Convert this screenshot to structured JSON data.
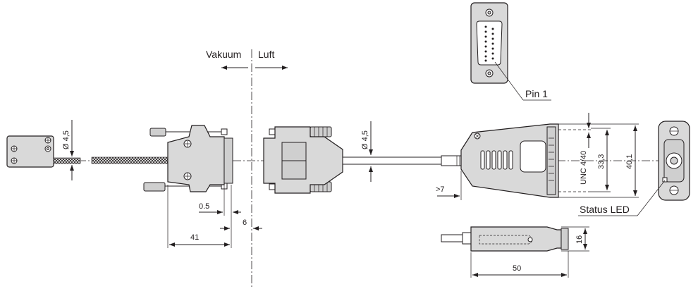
{
  "labels": {
    "vacuum": "Vakuum",
    "air": "Luft",
    "pin1": "Pin 1",
    "status_led": "Status LED",
    "thread": "UNC 4/40"
  },
  "dimensions": {
    "sensor_cable_dia": "Ø 4,5",
    "cable_dia": "Ø 4,5",
    "flange_gap": "0.5",
    "wall_offset": "6",
    "connector_length": "41",
    "min_bend": ">7",
    "inner_height": "33,3",
    "outer_height": "40,1",
    "depth": "16",
    "length": "50"
  },
  "colors": {
    "line": "#231f20",
    "fill": "#d9d9d9"
  }
}
